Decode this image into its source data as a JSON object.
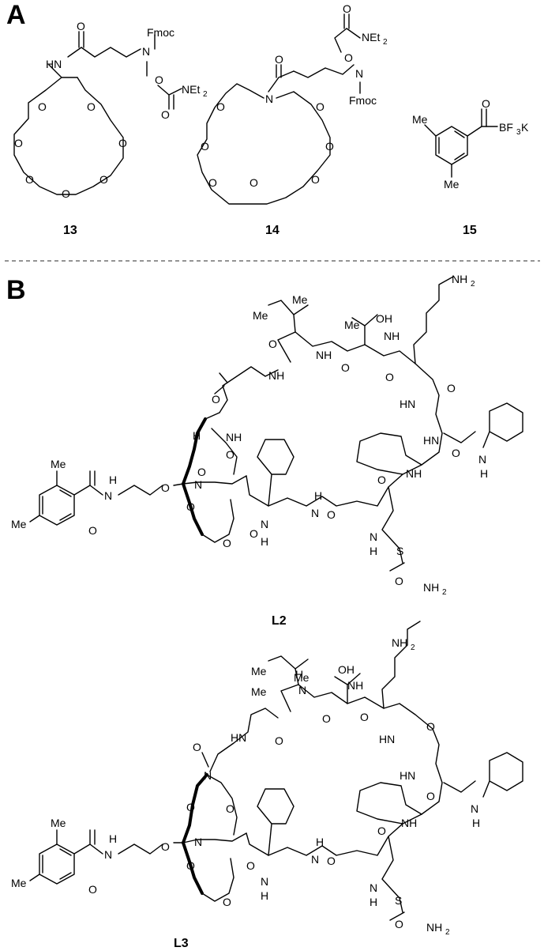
{
  "panels": {
    "a": "A",
    "b": "B"
  },
  "compounds": {
    "c13": "13",
    "c14": "14",
    "c15": "15",
    "l2": "L2",
    "l3": "L3"
  },
  "atoms": {
    "fmoc": "Fmoc",
    "net": "NEt",
    "two": "2",
    "hn": "HN",
    "nh": "NH",
    "n": "N",
    "o": "O",
    "h": "H",
    "me": "Me",
    "s": "S",
    "oh": "OH",
    "nh2": "NH",
    "bf3k_a": "BF",
    "bf3k_b": "3",
    "bf3k_c": "K"
  }
}
